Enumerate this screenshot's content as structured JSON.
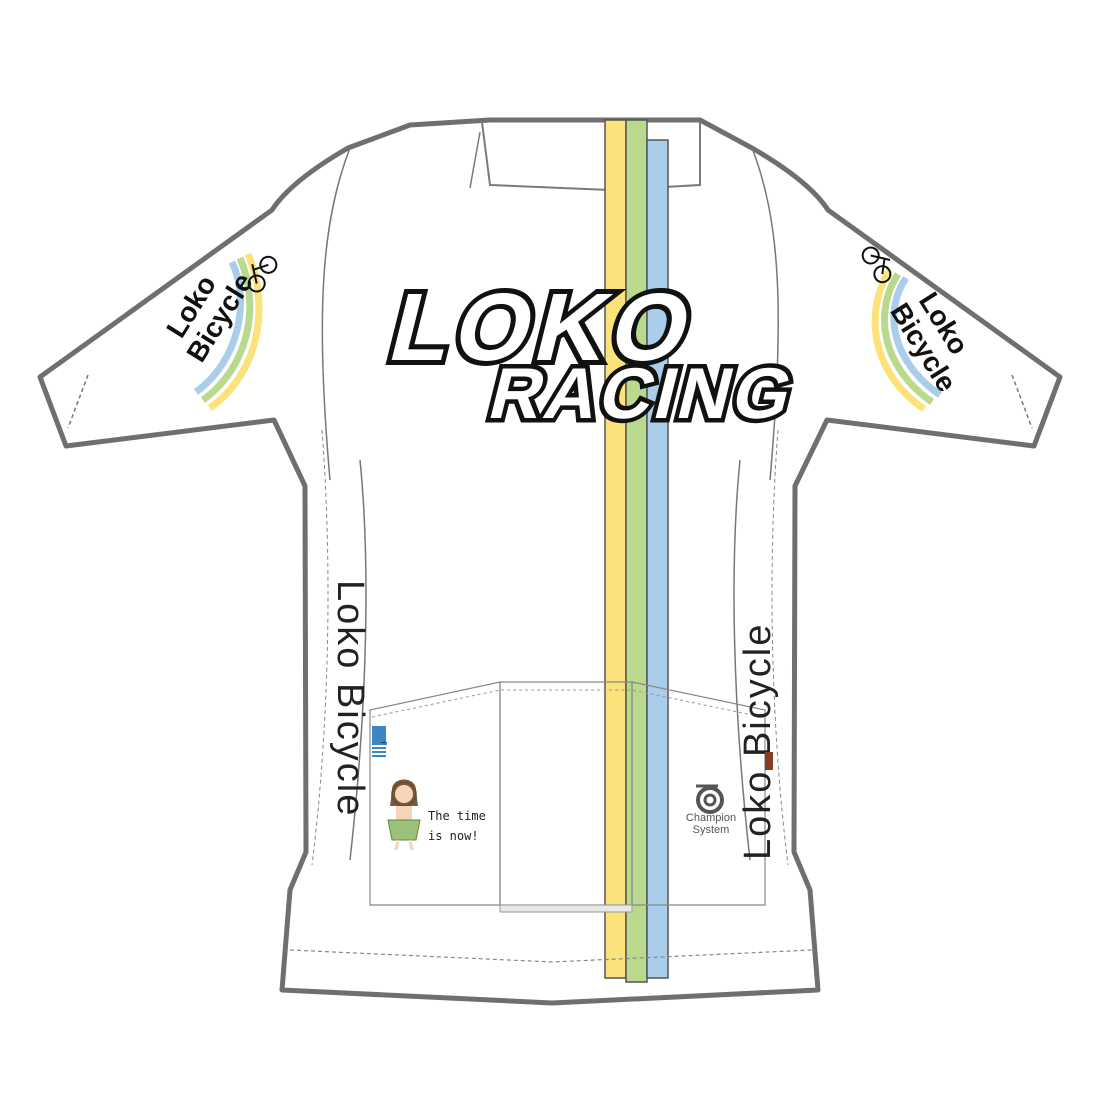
{
  "graphic": {
    "front_text": {
      "line1": "LOKO",
      "line2": "RACING"
    },
    "left_sleeve_logo": {
      "line1": "Loko",
      "line2": "Bicycle"
    },
    "right_sleeve_logo": {
      "line1": "Loko",
      "line2": "Bicycle"
    },
    "side_text_left": "Loko Bicycle",
    "side_text_right": "Loko Bicycle",
    "pocket_caption": "The time\nis now!",
    "brand": {
      "line1": "Champion",
      "line2": "System"
    }
  },
  "colors": {
    "outline": "#6f6f6f",
    "stripe_yellow": "#fbe27a",
    "stripe_green": "#b9da8d",
    "stripe_blue": "#a9cdea",
    "text": "#111111",
    "brand_blue": "#3b87c6"
  }
}
